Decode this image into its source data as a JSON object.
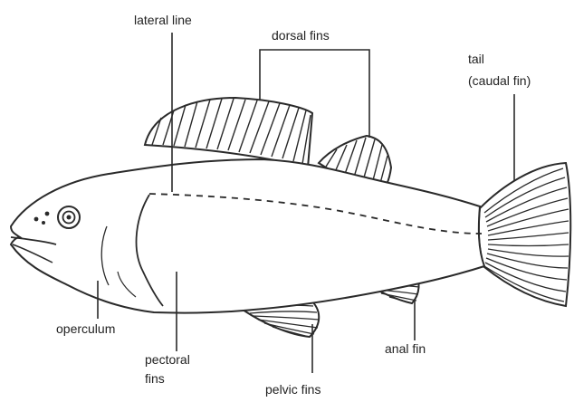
{
  "colors": {
    "outline": "#2a2a2a",
    "label_text": "#222222",
    "background": "#ffffff"
  },
  "labels": {
    "lateral_line": "lateral line",
    "dorsal_fins": "dorsal fins",
    "tail_line1": "tail",
    "tail_line2": "(caudal fin)",
    "operculum": "operculum",
    "pectoral_line1": "pectoral",
    "pectoral_line2": "fins",
    "pelvic_fins": "pelvic fins",
    "anal_fin": "anal fin"
  }
}
